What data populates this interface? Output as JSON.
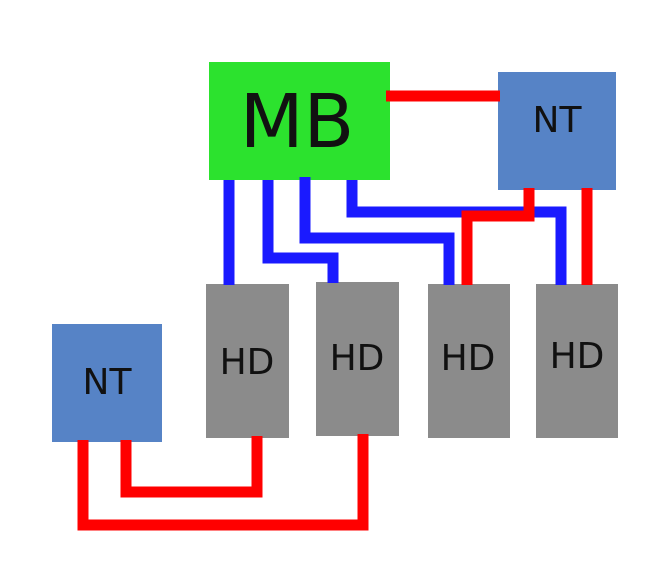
{
  "colors": {
    "motherboard": "#2ce22e",
    "network_terminal": "#5683c6",
    "hard_drive": "#8b8b8b",
    "power_link": "#ff0000",
    "data_link": "#1a1aff",
    "background": "#ffffff"
  },
  "nodes": {
    "motherboard": {
      "label": "MB"
    },
    "nt_top": {
      "label": "NT"
    },
    "nt_bottom": {
      "label": "NT"
    },
    "hd1": {
      "label": "HD"
    },
    "hd2": {
      "label": "HD"
    },
    "hd3": {
      "label": "HD"
    },
    "hd4": {
      "label": "HD"
    }
  }
}
